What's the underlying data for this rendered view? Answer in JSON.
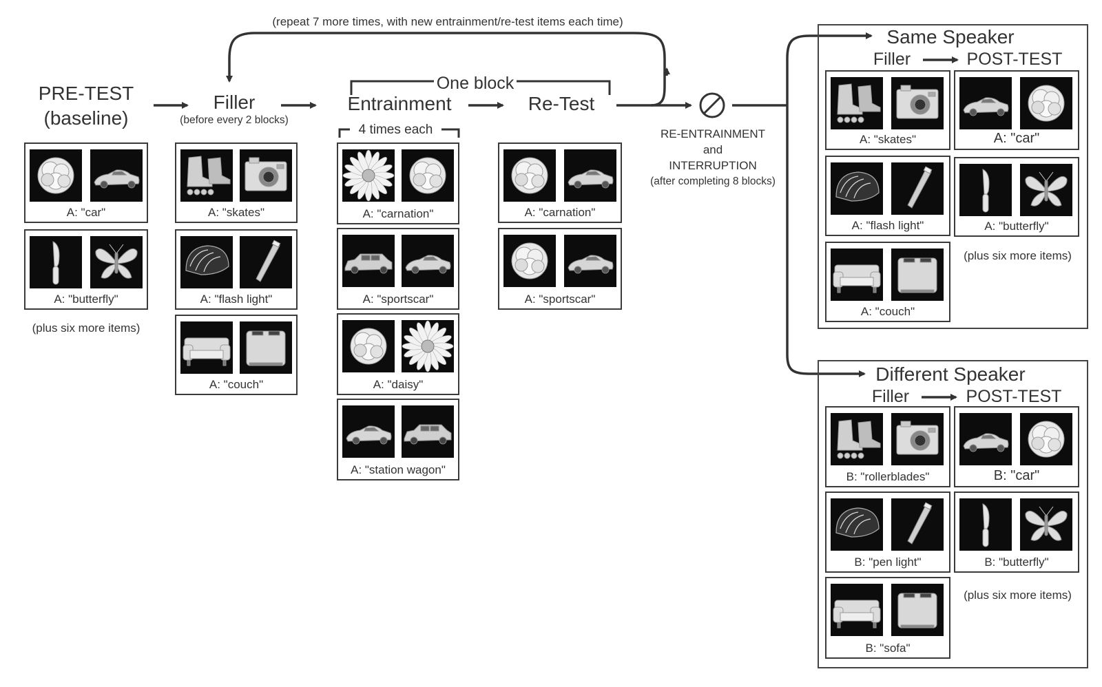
{
  "repeat_note": "(repeat 7 more times, with new entrainment/re-test items each time)",
  "one_block": "One block",
  "four_times": "4 times each",
  "pretest": {
    "title_line1": "PRE-TEST",
    "title_line2": "(baseline)",
    "more": "(plus six more items)",
    "cards": [
      {
        "caption": "A: \"car\"",
        "images": [
          "carnation",
          "sportscar"
        ]
      },
      {
        "caption": "A: \"butterfly\"",
        "images": [
          "knife",
          "butterfly"
        ]
      }
    ]
  },
  "filler": {
    "title": "Filler",
    "subtitle": "(before every 2 blocks)",
    "cards": [
      {
        "caption": "A: \"skates\"",
        "images": [
          "skates",
          "camera"
        ]
      },
      {
        "caption": "A: \"flash light\"",
        "images": [
          "helmet",
          "flashlight"
        ]
      },
      {
        "caption": "A: \"couch\"",
        "images": [
          "couch",
          "toaster"
        ]
      }
    ]
  },
  "entrainment": {
    "title": "Entrainment",
    "cards": [
      {
        "caption": "A: \"carnation\"",
        "images": [
          "daisy",
          "carnation"
        ]
      },
      {
        "caption": "A: \"sportscar\"",
        "images": [
          "stationwagon",
          "sportscar"
        ]
      },
      {
        "caption": "A: \"daisy\"",
        "images": [
          "carnation",
          "daisy"
        ]
      },
      {
        "caption": "A: \"station wagon\"",
        "images": [
          "sportscar",
          "stationwagon"
        ]
      }
    ]
  },
  "retest": {
    "title": "Re-Test",
    "cards": [
      {
        "caption": "A: \"carnation\"",
        "images": [
          "carnation",
          "sportscar"
        ]
      },
      {
        "caption": "A: \"sportscar\"",
        "images": [
          "carnation",
          "sportscar"
        ]
      }
    ]
  },
  "interruption": {
    "line1": "RE-ENTRAINMENT",
    "line2": "and",
    "line3": "INTERRUPTION",
    "line4": "(after completing 8 blocks)"
  },
  "same_speaker": {
    "title": "Same Speaker",
    "filler": "Filler",
    "posttest": "POST-TEST",
    "more": "(plus six more items)",
    "filler_cards": [
      {
        "caption": "A: \"skates\"",
        "images": [
          "skates",
          "camera"
        ]
      },
      {
        "caption": "A: \"flash light\"",
        "images": [
          "helmet",
          "flashlight"
        ]
      },
      {
        "caption": "A: \"couch\"",
        "images": [
          "couch",
          "toaster"
        ]
      }
    ],
    "post_cards": [
      {
        "caption": "A: \"car\"",
        "images": [
          "sportscar",
          "carnation"
        ]
      },
      {
        "caption": "A: \"butterfly\"",
        "images": [
          "knife",
          "butterfly"
        ]
      }
    ]
  },
  "different_speaker": {
    "title": "Different Speaker",
    "filler": "Filler",
    "posttest": "POST-TEST",
    "more": "(plus six more items)",
    "filler_cards": [
      {
        "caption": "B: \"rollerblades\"",
        "images": [
          "skates",
          "camera"
        ]
      },
      {
        "caption": "B: \"pen light\"",
        "images": [
          "helmet",
          "flashlight"
        ]
      },
      {
        "caption": "B: \"sofa\"",
        "images": [
          "couch",
          "toaster"
        ]
      }
    ],
    "post_cards": [
      {
        "caption": "B: \"car\"",
        "images": [
          "sportscar",
          "carnation"
        ]
      },
      {
        "caption": "B: \"butterfly\"",
        "images": [
          "knife",
          "butterfly"
        ]
      }
    ]
  }
}
